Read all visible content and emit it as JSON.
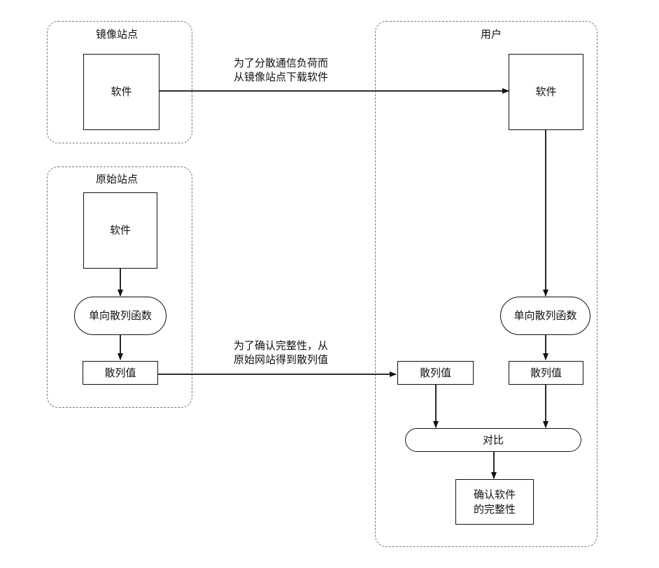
{
  "groups": {
    "mirror_site": "镜像站点",
    "original_site": "原始站点",
    "user": "用户"
  },
  "nodes": {
    "mirror_software": "软件",
    "original_software": "软件",
    "original_hash_function": "单向散列函数",
    "original_hash_value": "散列值",
    "user_software": "软件",
    "user_hash_function": "单向散列函数",
    "user_received_hash_value": "散列值",
    "user_computed_hash_value": "散列值",
    "compare": "对比",
    "confirm_line1": "确认软件",
    "confirm_line2": "的完整性"
  },
  "edge_labels": {
    "download_line1": "为了分散通信负荷而",
    "download_line2": "从镜像站点下载软件",
    "hash_line1": "为了确认完整性，从",
    "hash_line2": "原始网站得到散列值"
  }
}
